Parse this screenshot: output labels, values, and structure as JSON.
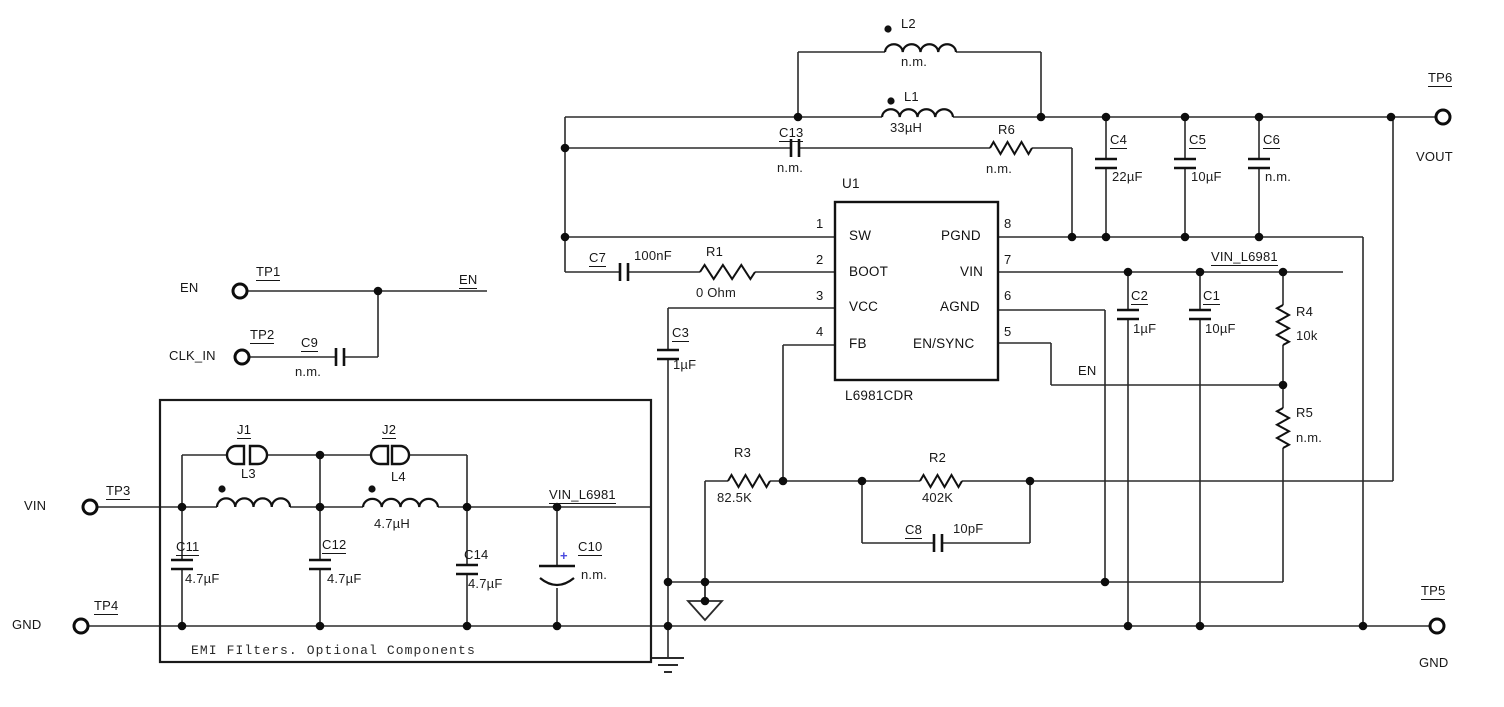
{
  "ports": {
    "en": "EN",
    "clk_in": "CLK_IN",
    "vin": "VIN",
    "gnd": "GND",
    "vout": "VOUT",
    "gnd_out": "GND"
  },
  "testpoints": {
    "tp1": "TP1",
    "tp2": "TP2",
    "tp3": "TP3",
    "tp4": "TP4",
    "tp5": "TP5",
    "tp6": "TP6"
  },
  "nets": {
    "en_left": "EN",
    "en_mid": "EN",
    "vin_l6981_emi": "VIN_L6981",
    "vin_l6981_right": "VIN_L6981"
  },
  "ic": {
    "ref": "U1",
    "part": "L6981CDR",
    "pins_left": [
      {
        "num": "1",
        "name": "SW"
      },
      {
        "num": "2",
        "name": "BOOT"
      },
      {
        "num": "3",
        "name": "VCC"
      },
      {
        "num": "4",
        "name": "FB"
      }
    ],
    "pins_right": [
      {
        "num": "8",
        "name": "PGND"
      },
      {
        "num": "7",
        "name": "VIN"
      },
      {
        "num": "6",
        "name": "AGND"
      },
      {
        "num": "5",
        "name": "EN/SYNC"
      }
    ]
  },
  "parts": {
    "L1": {
      "ref": "L1",
      "value": "33µH"
    },
    "L2": {
      "ref": "L2",
      "value": "n.m."
    },
    "L3": {
      "ref": "L3"
    },
    "L4": {
      "ref": "L4",
      "value": "4.7µH"
    },
    "C1": {
      "ref": "C1",
      "value": "10µF"
    },
    "C2": {
      "ref": "C2",
      "value": "1µF"
    },
    "C3": {
      "ref": "C3",
      "value": "1µF"
    },
    "C4": {
      "ref": "C4",
      "value": "22µF"
    },
    "C5": {
      "ref": "C5",
      "value": "10µF"
    },
    "C6": {
      "ref": "C6",
      "value": "n.m."
    },
    "C7": {
      "ref": "C7",
      "value": "100nF"
    },
    "C8": {
      "ref": "C8",
      "value": "10pF"
    },
    "C9": {
      "ref": "C9",
      "value": "n.m."
    },
    "C10": {
      "ref": "C10",
      "value": "n.m.",
      "polarity": "+"
    },
    "C11": {
      "ref": "C11",
      "value": "4.7µF"
    },
    "C12": {
      "ref": "C12",
      "value": "4.7µF"
    },
    "C13": {
      "ref": "C13",
      "value": "n.m."
    },
    "C14": {
      "ref": "C14",
      "value": "4.7µF"
    },
    "R1": {
      "ref": "R1",
      "value": "0 Ohm"
    },
    "R2": {
      "ref": "R2",
      "value": "402K"
    },
    "R3": {
      "ref": "R3",
      "value": "82.5K"
    },
    "R4": {
      "ref": "R4",
      "value": "10k"
    },
    "R5": {
      "ref": "R5",
      "value": "n.m."
    },
    "R6": {
      "ref": "R6",
      "value": "n.m."
    },
    "J1": {
      "ref": "J1"
    },
    "J2": {
      "ref": "J2"
    }
  },
  "emi_box": {
    "caption": "EMI FIlters. Optional Components"
  },
  "colors": {
    "line": "#2b2b2b",
    "plus": "#4a4adf",
    "background": "#ffffff"
  }
}
